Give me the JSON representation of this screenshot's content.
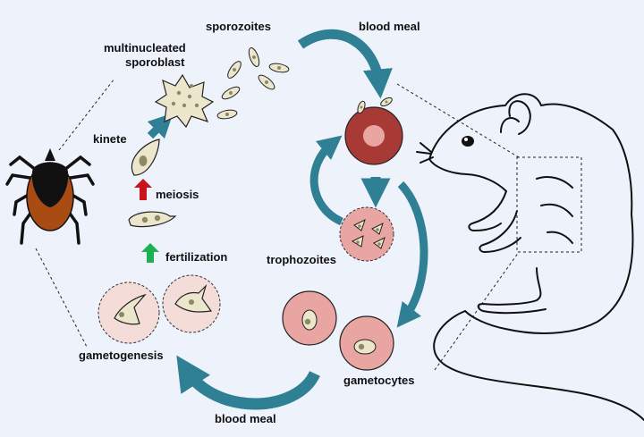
{
  "labels": {
    "sporozoites": "sporozoites",
    "blood_meal_top": "blood meal",
    "sporoblast_line1": "multinucleated",
    "sporoblast_line2": "sporoblast",
    "kinete": "kinete",
    "meiosis": "meiosis",
    "fertilization": "fertilization",
    "trophozoites": "trophozoites",
    "gametocytes": "gametocytes",
    "gametogenesis": "gametogenesis",
    "blood_meal_bottom": "blood meal"
  },
  "colors": {
    "background": "#eef2fb",
    "cycle_arrow": "#2f7f95",
    "meiosis_arrow": "#c8151b",
    "fertilization_arrow": "#1db154",
    "parasite_fill": "#ece6cc",
    "nucleus": "#8a8a63",
    "rbc_infected_dark": "#a83a36",
    "rbc_light": "#e8a5a2",
    "gamete_cell": "#f4dcd9",
    "tick_body": "#a84c14"
  }
}
